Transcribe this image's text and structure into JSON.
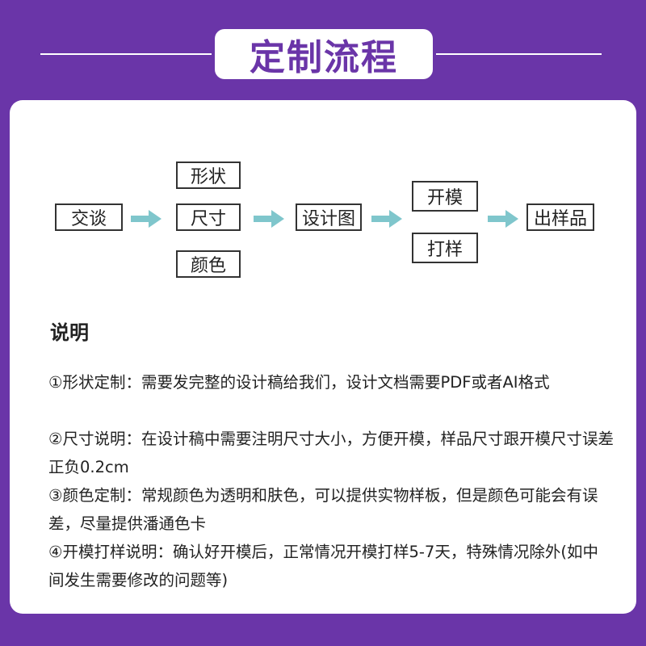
{
  "header": {
    "title": "定制流程"
  },
  "flow": {
    "step1": "交谈",
    "group1": [
      "形状",
      "尺寸",
      "颜色"
    ],
    "step3": "设计图",
    "group2": [
      "开模",
      "打样"
    ],
    "step5": "出样品",
    "arrow_color": "#7fc6cc"
  },
  "notes": {
    "heading": "说明",
    "items": [
      "①形状定制：需要发完整的设计稿给我们，设计文档需要PDF或者AI格式",
      "②尺寸说明：在设计稿中需要注明尺寸大小，方便开模，样品尺寸跟开模尺寸误差正负0.2cm",
      "③颜色定制：常规颜色为透明和肤色，可以提供实物样板，但是颜色可能会有误差，尽量提供潘通色卡",
      "④开模打样说明：确认好开模后，正常情况开模打样5-7天，特殊情况除外(如中间发生需要修改的问题等)"
    ]
  },
  "colors": {
    "background": "#6a35a8",
    "card": "#ffffff",
    "accent": "#7fc6cc"
  }
}
